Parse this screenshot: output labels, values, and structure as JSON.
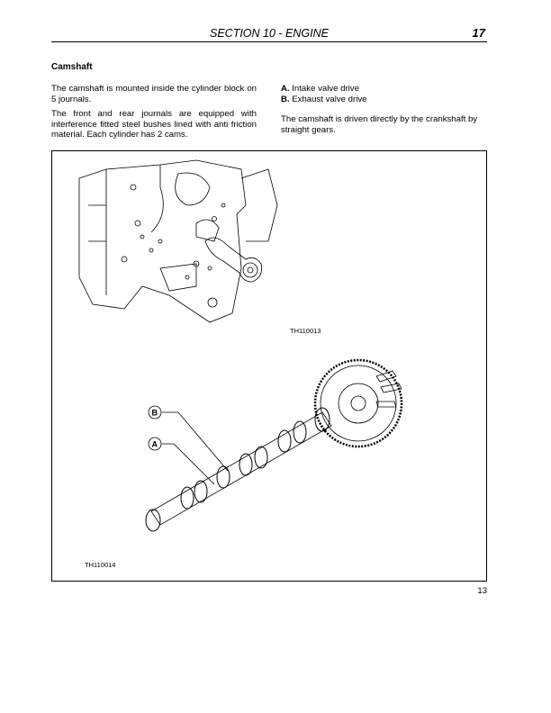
{
  "header": {
    "section": "SECTION 10 - ENGINE",
    "page_number": "17"
  },
  "heading": "Camshaft",
  "left_column": [
    "The camshaft is mounted inside the cylinder block on 5 journals.",
    "The front and rear journals are equipped with interference fitted steel bushes lined with anti friction material. Each cylinder has 2 cams."
  ],
  "right_column": {
    "legend": [
      {
        "key": "A.",
        "text": "Intake valve drive"
      },
      {
        "key": "B.",
        "text": "Exhaust valve drive"
      }
    ],
    "paragraph": "The camshaft is driven directly by the crankshaft by straight gears."
  },
  "figure": {
    "code_top": "TH110013",
    "code_bottom": "TH110014",
    "callouts": [
      "B",
      "A"
    ],
    "number": "13"
  }
}
